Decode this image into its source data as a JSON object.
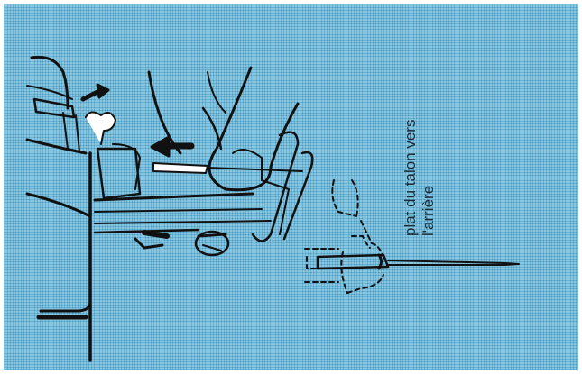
{
  "figure": {
    "caption_lines": [
      "plat du talon vers",
      "l'arrière"
    ],
    "background_color": "#8cc8e0",
    "line_color": "#111111",
    "subject": "sewing machine needle installation"
  }
}
